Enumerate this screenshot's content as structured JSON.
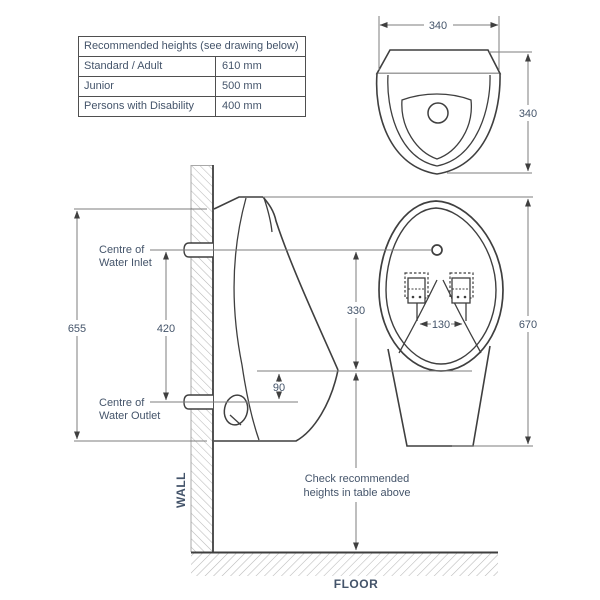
{
  "table": {
    "header": "Recommended heights (see drawing below)",
    "rows": [
      {
        "label": "Standard / Adult",
        "value": "610 mm"
      },
      {
        "label": "Junior",
        "value": "500 mm"
      },
      {
        "label": "Persons with Disability",
        "value": "400 mm"
      }
    ]
  },
  "top_view": {
    "width_dim": "340",
    "depth_dim": "340"
  },
  "dimensions": {
    "overall_side_height": "655",
    "inlet_to_outlet": "420",
    "outlet_to_lip": "90",
    "inlet_to_lip": "330",
    "overall_front_height": "670",
    "fixing_centres": "130"
  },
  "labels": {
    "inlet_line1": "Centre of",
    "inlet_line2": "Water Inlet",
    "outlet_line1": "Centre of",
    "outlet_line2": "Water Outlet",
    "wall": "WALL",
    "floor": "FLOOR",
    "note_line1": "Check recommended",
    "note_line2": "heights in table above"
  },
  "colors": {
    "background": "#ffffff",
    "drawing_line": "#3f3f3f",
    "dimension_line": "#7d7d7d",
    "text": "#44546a",
    "hatch": "#b8b8b8"
  }
}
